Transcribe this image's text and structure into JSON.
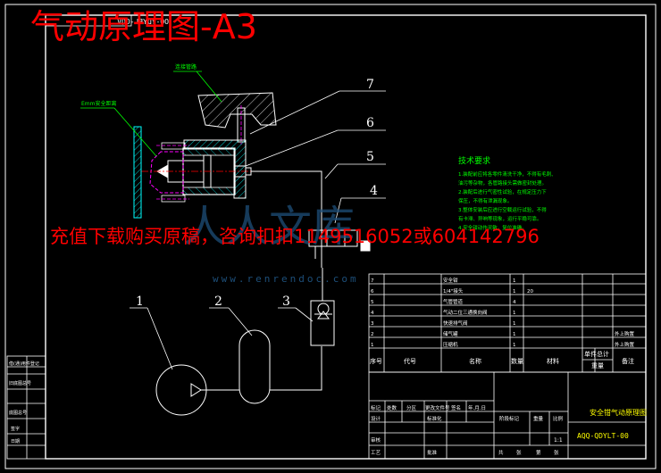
{
  "header": {
    "big_title": "气动原理图-A3",
    "drawing_code_mirrored": "OO-YDYEL-OQV"
  },
  "callouts": {
    "c1": "1",
    "c2": "2",
    "c3": "3",
    "c4": "4",
    "c5": "5",
    "c6": "6",
    "c7": "7",
    "label_top": "连接管路",
    "label_left": "Emm安全距离"
  },
  "tech": {
    "title": "技术要求",
    "lines": [
      "1.装配前应将各零件清洗干净，不得有毛刺、",
      "油污等杂物，各管路接头需做密封处理。",
      "2.装配后进行气密性试验，在规定压力下",
      "保压，不得有泄漏现象。",
      "3.整体安装后应进行空载运行试验，不得",
      "有卡滞、异响等现象，运行平稳可靠。",
      "4.安全钳动作灵敏，复位准确。"
    ]
  },
  "watermark": {
    "text": "充值下载购买原稿，咨询扣扣1149516052或604142796",
    "logo": "人人文库",
    "url": "www.renrendoc.com"
  },
  "bom": {
    "headers": [
      "序号",
      "代号",
      "名称",
      "数量",
      "材料",
      "单件",
      "总计",
      "重量",
      "备注"
    ],
    "rows": [
      {
        "no": "7",
        "name": "安全钳",
        "qty": "1",
        "mat": "",
        "note": ""
      },
      {
        "no": "6",
        "name": "1/4\"接头",
        "qty": "1",
        "mat": "20",
        "note": ""
      },
      {
        "no": "5",
        "name": "气管管道",
        "qty": "4",
        "mat": "",
        "note": ""
      },
      {
        "no": "4",
        "name": "气动二位三通换向阀",
        "qty": "1",
        "mat": "",
        "note": ""
      },
      {
        "no": "3",
        "name": "快速排气阀",
        "qty": "1",
        "mat": "",
        "note": ""
      },
      {
        "no": "2",
        "name": "储气罐",
        "qty": "1",
        "mat": "",
        "note": "外上购置"
      },
      {
        "no": "1",
        "name": "压缩机",
        "qty": "1",
        "mat": "",
        "note": "外上购置"
      }
    ]
  },
  "titleblock": {
    "drawing_name": "安全钳气动原理图",
    "drawing_code": "AQQ-QDYLT-00",
    "scale": "1:1",
    "labels": [
      "标记",
      "处数",
      "分区",
      "更改文件号",
      "签名",
      "年.月.日",
      "设计",
      "标准化",
      "阶段标记",
      "重量",
      "比例",
      "审核",
      "工艺",
      "批准",
      "共",
      "张",
      "第",
      "张"
    ]
  },
  "side_strip": {
    "labels": [
      "借(通)用件登记",
      "",
      "旧底图总号",
      "底图总号",
      "签字",
      "日期"
    ]
  }
}
